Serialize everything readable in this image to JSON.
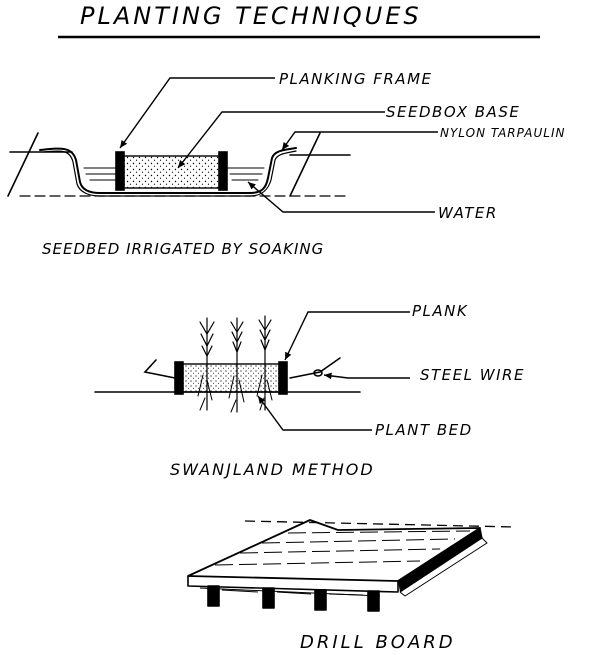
{
  "title": "PLANTING TECHNIQUES",
  "figures": [
    {
      "caption": "SEEDBED IRRIGATED BY SOAKING",
      "labels": [
        "PLANKING FRAME",
        "SEEDBOX BASE",
        "NYLON TARPAULIN",
        "WATER"
      ]
    },
    {
      "caption": "SWANJLAND METHOD",
      "labels": [
        "PLANK",
        "STEEL WIRE",
        "PLANT BED"
      ]
    },
    {
      "caption": "DRILL BOARD",
      "labels": []
    }
  ]
}
